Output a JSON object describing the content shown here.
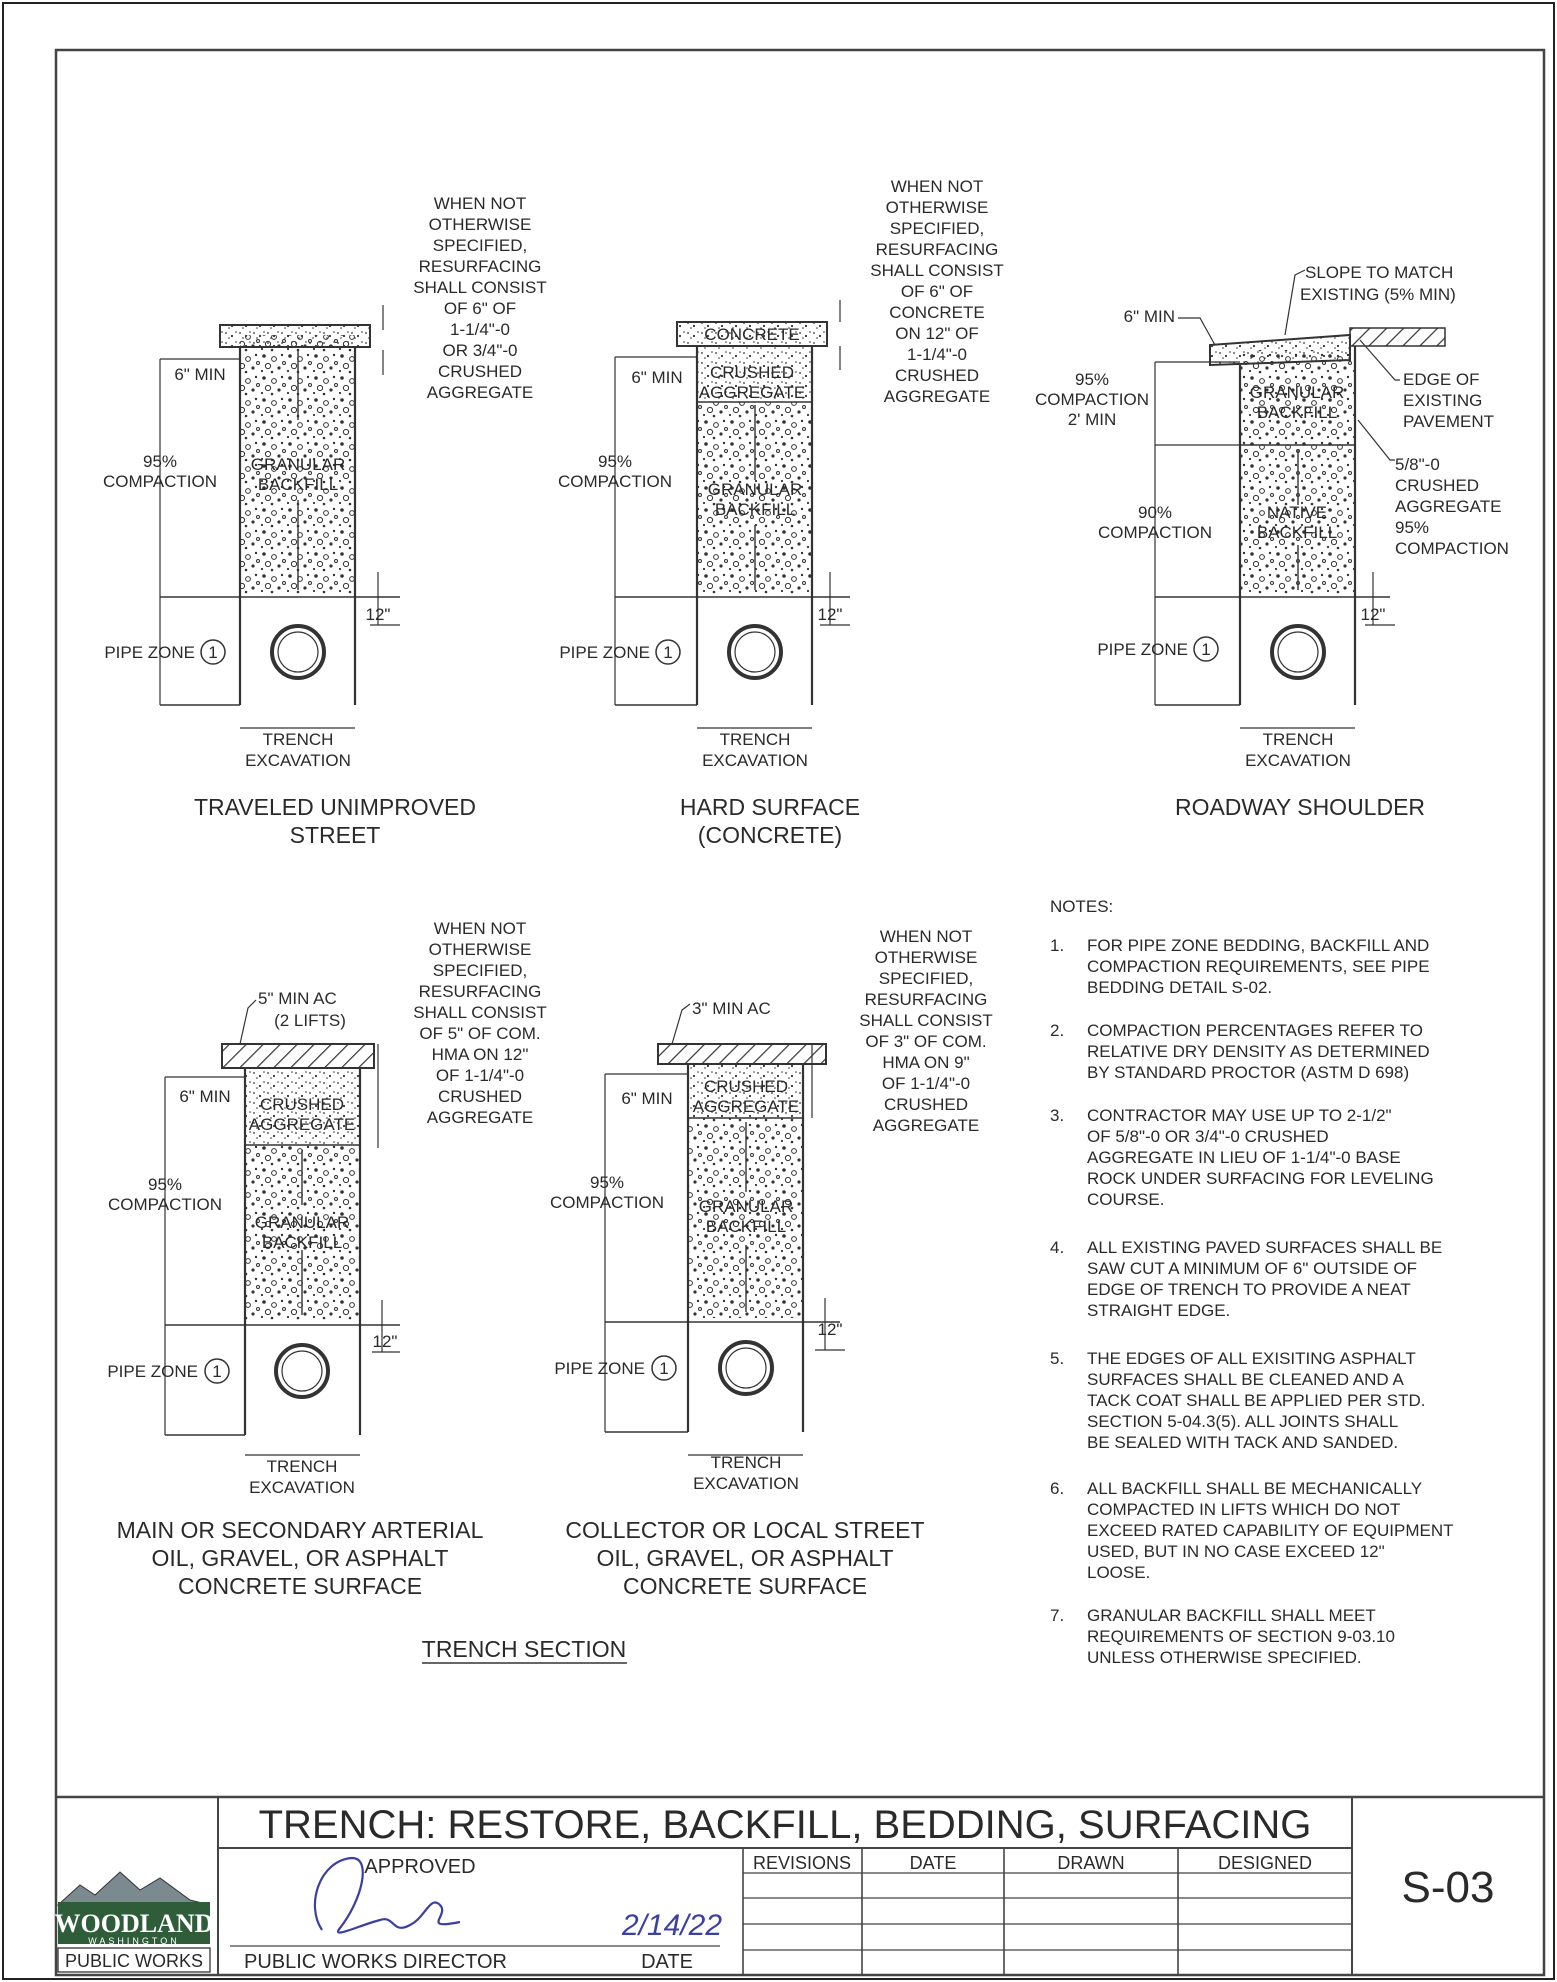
{
  "sections": [
    {
      "id": "traveled",
      "caption": [
        "TRAVELED UNIMPROVED",
        "STREET"
      ],
      "spec_note": [
        "WHEN NOT",
        "OTHERWISE",
        "SPECIFIED,",
        "RESURFACING",
        "SHALL CONSIST",
        "OF 6\" OF",
        "1-1/4\"-0",
        "OR 3/4\"-0",
        "CRUSHED",
        "AGGREGATE"
      ],
      "surface_label": [],
      "base_label": [],
      "backfill_label": [
        "GRANULAR",
        "BACKFILL"
      ],
      "min_depth": "6\" MIN",
      "compaction": [
        "95%",
        "COMPACTION"
      ],
      "pipe_cover": "12\"",
      "pipe_zone": "PIPE ZONE",
      "pipe_zone_ref": "1",
      "trench_label": [
        "TRENCH",
        "EXCAVATION"
      ]
    },
    {
      "id": "hard-surface",
      "caption": [
        "HARD SURFACE",
        "(CONCRETE)"
      ],
      "spec_note": [
        "WHEN NOT",
        "OTHERWISE",
        "SPECIFIED,",
        "RESURFACING",
        "SHALL CONSIST",
        "OF 6\" OF",
        "CONCRETE",
        "ON 12\" OF",
        "1-1/4\"-0",
        "CRUSHED",
        "AGGREGATE"
      ],
      "surface_label": [
        "CONCRETE"
      ],
      "base_label": [
        "CRUSHED",
        "AGGREGATE"
      ],
      "backfill_label": [
        "GRANULAR",
        "BACKFILL"
      ],
      "min_depth": "6\" MIN",
      "compaction": [
        "95%",
        "COMPACTION"
      ],
      "pipe_cover": "12\"",
      "pipe_zone": "PIPE ZONE",
      "pipe_zone_ref": "1",
      "trench_label": [
        "TRENCH",
        "EXCAVATION"
      ]
    },
    {
      "id": "shoulder",
      "caption": [
        "ROADWAY SHOULDER"
      ],
      "slope_note": [
        "SLOPE TO MATCH",
        "EXISTING (5% MIN)"
      ],
      "min_depth": "6\" MIN",
      "upper_compaction": [
        "95%",
        "COMPACTION",
        "2' MIN"
      ],
      "upper_backfill_label": [
        "GRANULAR",
        "BACKFILL"
      ],
      "lower_compaction": [
        "90%",
        "COMPACTION"
      ],
      "lower_backfill_label": [
        "NATIVE",
        "BACKFILL"
      ],
      "edge_note": [
        "EDGE OF",
        "EXISTING",
        "PAVEMENT"
      ],
      "agg_note": [
        "5/8\"-0",
        "CRUSHED",
        "AGGREGATE",
        "95%",
        "COMPACTION"
      ],
      "pipe_cover": "12\"",
      "pipe_zone": "PIPE ZONE",
      "pipe_zone_ref": "1",
      "trench_label": [
        "TRENCH",
        "EXCAVATION"
      ]
    },
    {
      "id": "arterial",
      "caption": [
        "MAIN OR SECONDARY ARTERIAL",
        "OIL, GRAVEL, OR ASPHALT",
        "CONCRETE SURFACE"
      ],
      "spec_note": [
        "WHEN NOT",
        "OTHERWISE",
        "SPECIFIED,",
        "RESURFACING",
        "SHALL CONSIST",
        "OF 5\" OF COM.",
        "HMA ON 12\"",
        "OF 1-1/4\"-0",
        "CRUSHED",
        "AGGREGATE"
      ],
      "ac_label": [
        "5\" MIN AC",
        "(2 LIFTS)"
      ],
      "base_label": [
        "CRUSHED",
        "AGGREGATE"
      ],
      "backfill_label": [
        "GRANULAR",
        "BACKFILL"
      ],
      "min_depth": "6\" MIN",
      "compaction": [
        "95%",
        "COMPACTION"
      ],
      "pipe_cover": "12\"",
      "pipe_zone": "PIPE ZONE",
      "pipe_zone_ref": "1",
      "trench_label": [
        "TRENCH",
        "EXCAVATION"
      ]
    },
    {
      "id": "collector",
      "caption": [
        "COLLECTOR OR LOCAL STREET",
        "OIL, GRAVEL, OR ASPHALT",
        "CONCRETE SURFACE"
      ],
      "spec_note": [
        "WHEN NOT",
        "OTHERWISE",
        "SPECIFIED,",
        "RESURFACING",
        "SHALL CONSIST",
        "OF 3\" OF COM.",
        "HMA ON 9\"",
        "OF 1-1/4\"-0",
        "CRUSHED",
        "AGGREGATE"
      ],
      "ac_label": [
        "3\" MIN AC"
      ],
      "base_label": [
        "CRUSHED",
        "AGGREGATE"
      ],
      "backfill_label": [
        "GRANULAR",
        "BACKFILL"
      ],
      "min_depth": "6\" MIN",
      "compaction": [
        "95%",
        "COMPACTION"
      ],
      "pipe_cover": "12\"",
      "pipe_zone": "PIPE ZONE",
      "pipe_zone_ref": "1",
      "trench_label": [
        "TRENCH",
        "EXCAVATION"
      ]
    }
  ],
  "section_title": "TRENCH SECTION",
  "notes": {
    "heading": "NOTES:",
    "items": [
      {
        "num": "1.",
        "lines": [
          "FOR PIPE ZONE BEDDING, BACKFILL AND",
          "COMPACTION REQUIREMENTS, SEE PIPE",
          "BEDDING DETAIL S-02."
        ]
      },
      {
        "num": "2.",
        "lines": [
          "COMPACTION PERCENTAGES REFER TO",
          "RELATIVE DRY DENSITY AS DETERMINED",
          "BY STANDARD PROCTOR (ASTM D 698)"
        ]
      },
      {
        "num": "3.",
        "lines": [
          "CONTRACTOR MAY USE UP TO 2-1/2\"",
          "OF 5/8\"-0 OR 3/4\"-0 CRUSHED",
          "AGGREGATE IN LIEU OF 1-1/4\"-0 BASE",
          "ROCK UNDER SURFACING FOR LEVELING",
          "COURSE."
        ]
      },
      {
        "num": "4.",
        "lines": [
          "ALL EXISTING PAVED SURFACES SHALL BE",
          "SAW CUT A MINIMUM OF 6\" OUTSIDE OF",
          "EDGE OF TRENCH TO PROVIDE A NEAT",
          "STRAIGHT EDGE."
        ]
      },
      {
        "num": "5.",
        "lines": [
          "THE EDGES OF ALL EXISITING ASPHALT",
          "SURFACES SHALL BE CLEANED AND A",
          "TACK COAT SHALL BE APPLIED PER STD.",
          "SECTION 5-04.3(5).  ALL JOINTS SHALL",
          "BE SEALED WITH TACK AND SANDED."
        ]
      },
      {
        "num": "6.",
        "lines": [
          "ALL BACKFILL SHALL BE MECHANICALLY",
          "COMPACTED IN LIFTS WHICH DO NOT",
          "EXCEED RATED CAPABILITY OF EQUIPMENT",
          "USED, BUT IN NO CASE EXCEED 12\"",
          "LOOSE."
        ]
      },
      {
        "num": "7.",
        "lines": [
          "GRANULAR BACKFILL SHALL MEET",
          "REQUIREMENTS OF SECTION 9-03.10",
          "UNLESS OTHERWISE SPECIFIED."
        ]
      }
    ]
  },
  "title_block": {
    "title": "TRENCH:  RESTORE,  BACKFILL,  BEDDING,  SURFACING",
    "approved": "APPROVED",
    "director": "PUBLIC WORKS DIRECTOR",
    "date_label": "DATE",
    "signature_date": "2/14/22",
    "columns": [
      "REVISIONS",
      "DATE",
      "DRAWN",
      "DESIGNED"
    ],
    "sheet_number": "S-03",
    "logo_name": "WOODLAND",
    "logo_sub": "WASHINGTON",
    "logo_dept": "PUBLIC WORKS"
  },
  "colors": {
    "ink": "#2a2a2a",
    "logo_green": "#2f5d3a"
  }
}
